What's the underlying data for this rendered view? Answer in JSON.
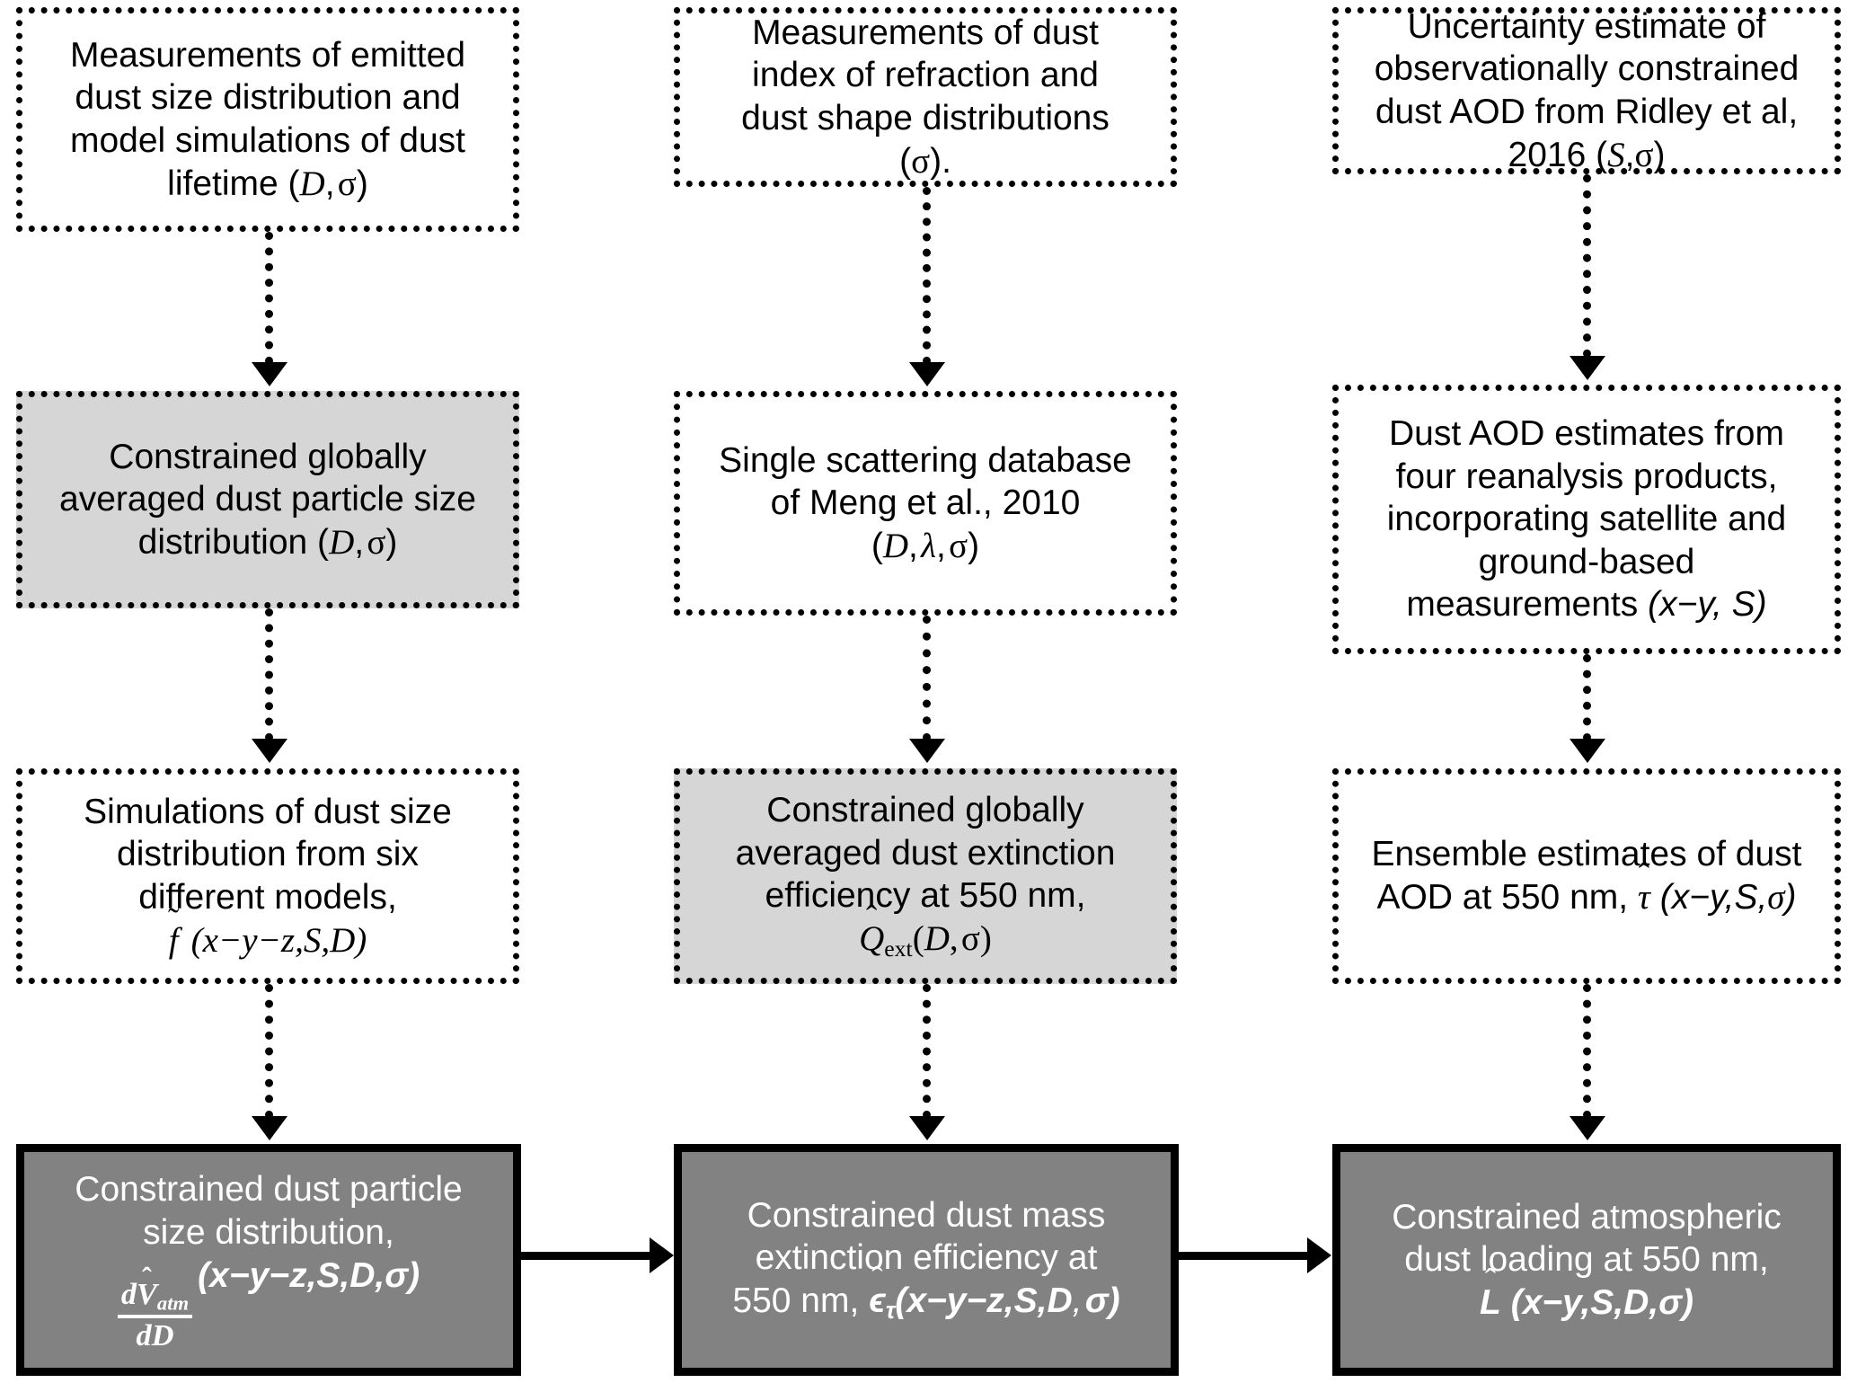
{
  "diagram": {
    "title": "Dust constraint workflow flowchart",
    "colors": {
      "shaded_fill": "#d6d6d6",
      "result_fill": "#828282",
      "result_text": "#ffffff",
      "outline": "#000000",
      "background": "#ffffff"
    },
    "columns": [
      {
        "id": "column-size-distribution",
        "nodes": [
          {
            "id": "node-emitted-size-measurements",
            "style": "dotted",
            "lines": [
              "Measurements of emitted",
              "dust size distribution and",
              "model simulations of dust",
              "lifetime (D, σ)"
            ]
          },
          {
            "id": "node-constrained-global-psd",
            "style": "dotted-shaded",
            "lines": [
              "Constrained globally",
              "averaged dust particle size",
              "distribution (D, σ)"
            ]
          },
          {
            "id": "node-six-model-simulations",
            "style": "dotted",
            "lines": [
              "Simulations of dust size",
              "distribution from six",
              "different models,",
              "f̃ (x−y−z,S,D)"
            ]
          },
          {
            "id": "node-constrained-dust-psd-result",
            "style": "solid-result",
            "lines": [
              "Constrained dust particle",
              "size distribution,",
              "dV̂atm/dD (x−y−z,S,D,σ)"
            ]
          }
        ]
      },
      {
        "id": "column-extinction-efficiency",
        "nodes": [
          {
            "id": "node-refraction-shape-measurements",
            "style": "dotted",
            "lines": [
              "Measurements of dust",
              "index of refraction and",
              "dust shape distributions",
              "(σ)."
            ]
          },
          {
            "id": "node-meng-scattering-database",
            "style": "dotted",
            "lines": [
              "Single scattering database",
              "of Meng et al., 2010",
              "(D, λ, σ)"
            ]
          },
          {
            "id": "node-constrained-extinction-efficiency",
            "style": "dotted-shaded",
            "lines": [
              "Constrained globally",
              "averaged dust extinction",
              "efficiency at 550 nm,",
              "Q̂ext(D, σ)"
            ]
          },
          {
            "id": "node-constrained-mass-extinction-result",
            "style": "solid-result",
            "lines": [
              "Constrained dust mass",
              "extinction efficiency at",
              "550 nm, ε̂τ(x−y−z,S,D, σ)"
            ]
          }
        ]
      },
      {
        "id": "column-aod-loading",
        "nodes": [
          {
            "id": "node-ridley-uncertainty-estimate",
            "style": "dotted",
            "lines": [
              "Uncertainty estimate of",
              "observationally constrained",
              "dust AOD from Ridley et al,",
              "2016 (S,σ)"
            ]
          },
          {
            "id": "node-reanalysis-aod-estimates",
            "style": "dotted",
            "lines": [
              "Dust AOD estimates from",
              "four reanalysis products,",
              "incorporating satellite and",
              "ground-based",
              "measurements (x−y, S)"
            ]
          },
          {
            "id": "node-ensemble-aod-estimates",
            "style": "dotted",
            "lines": [
              "Ensemble estimates of dust",
              "AOD at 550 nm, τ̂ (x−y,S,σ)"
            ]
          },
          {
            "id": "node-constrained-dust-loading-result",
            "style": "solid-result",
            "lines": [
              "Constrained atmospheric",
              "dust loading at 550 nm,",
              "L̂ (x−y,S,D,σ)"
            ]
          }
        ]
      }
    ],
    "connectors": [
      {
        "id": "arrow-col1-r1-to-r2",
        "kind": "vertical-dotted-arrow"
      },
      {
        "id": "arrow-col1-r2-to-r3",
        "kind": "vertical-dotted-arrow"
      },
      {
        "id": "arrow-col1-r3-to-r4",
        "kind": "vertical-dotted-arrow"
      },
      {
        "id": "arrow-col2-r1-to-r2",
        "kind": "vertical-dotted-arrow"
      },
      {
        "id": "arrow-col2-r2-to-r3",
        "kind": "vertical-dotted-arrow"
      },
      {
        "id": "arrow-col2-r3-to-r4",
        "kind": "vertical-dotted-arrow"
      },
      {
        "id": "arrow-col3-r1-to-r2",
        "kind": "vertical-dotted-arrow"
      },
      {
        "id": "arrow-col3-r2-to-r3",
        "kind": "vertical-dotted-arrow"
      },
      {
        "id": "arrow-col3-r3-to-r4",
        "kind": "vertical-dotted-arrow"
      },
      {
        "id": "arrow-result1-to-result2",
        "kind": "horizontal-solid-arrow"
      },
      {
        "id": "arrow-result2-to-result3",
        "kind": "horizontal-solid-arrow"
      }
    ]
  }
}
